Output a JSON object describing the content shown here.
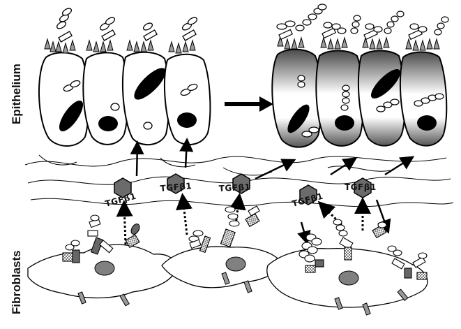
{
  "labels": {
    "epithelium": "Epithelium",
    "fibroblasts": "Fibroblasts",
    "tgf": "TGFβ1"
  },
  "colors": {
    "stroke": "#000000",
    "hexagon": "#6b6b6b",
    "cell_fill": "#ffffff",
    "nucleus_epi": "#000000",
    "nucleus_fib": "#808080",
    "gradient_dark": "#5a5a5a"
  }
}
